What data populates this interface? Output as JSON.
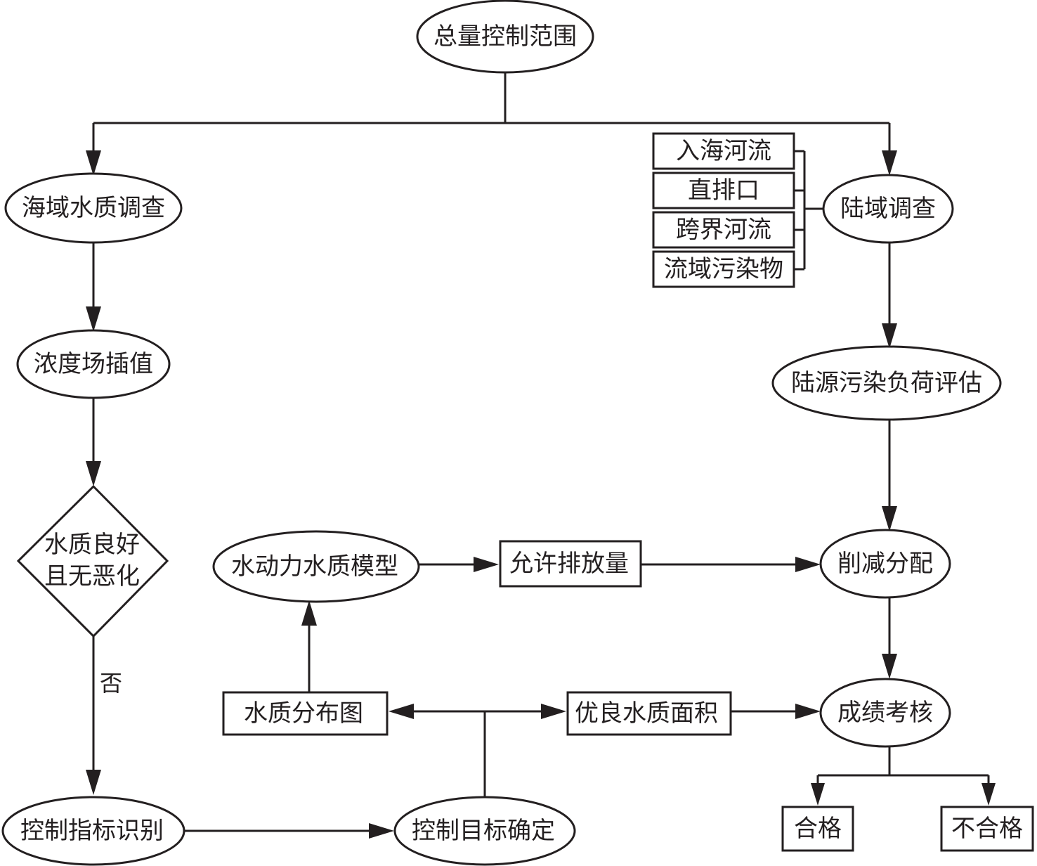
{
  "nodes": {
    "total_scope": "总量控制范围",
    "sea_survey": "海域水质调查",
    "land_survey": "陆域调查",
    "inflow_rivers": "入海河流",
    "direct_outlets": "直排口",
    "cross_border_rivers": "跨界河流",
    "basin_pollutants": "流域污染物",
    "interpolation": "浓度场插值",
    "land_load_assessment": "陆源污染负荷评估",
    "decision_line1": "水质良好",
    "decision_line2": "且无恶化",
    "hydro_model": "水动力水质模型",
    "allowable_emission": "允许排放量",
    "reduction_allocation": "削减分配",
    "water_quality_map": "水质分布图",
    "good_water_area": "优良水质面积",
    "performance_assessment": "成绩考核",
    "indicator_identification": "控制指标识别",
    "target_determination": "控制目标确定",
    "pass": "合格",
    "fail": "不合格"
  },
  "edge_labels": {
    "no": "否"
  }
}
